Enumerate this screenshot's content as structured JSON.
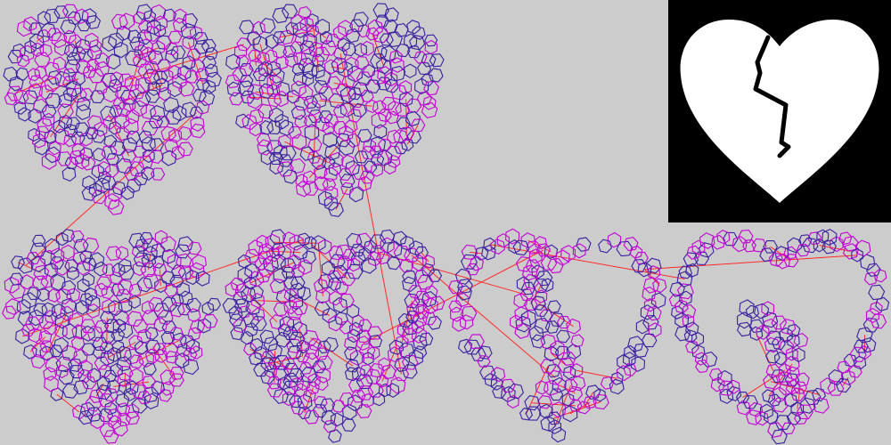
{
  "colors": {
    "background": "#cccccc",
    "hexagon_stroke_a": "#3b1fa0",
    "hexagon_stroke_b": "#c400d6",
    "connection_line": "#ff2a2a",
    "reference_background": "#000000",
    "reference_shape": "#ffffff",
    "reference_crack": "#000000"
  },
  "icons": {
    "reference": "broken-heart-icon",
    "cell": "hexagon-cell-icon"
  },
  "panels": [
    {
      "id": "heart-1",
      "variant": "filled"
    },
    {
      "id": "heart-2",
      "variant": "filled"
    },
    {
      "id": "heart-3",
      "variant": "filled-swirl"
    },
    {
      "id": "heart-4",
      "variant": "broken-filled"
    },
    {
      "id": "heart-5",
      "variant": "broken-outline"
    },
    {
      "id": "heart-6",
      "variant": "broken-outline-small"
    }
  ]
}
